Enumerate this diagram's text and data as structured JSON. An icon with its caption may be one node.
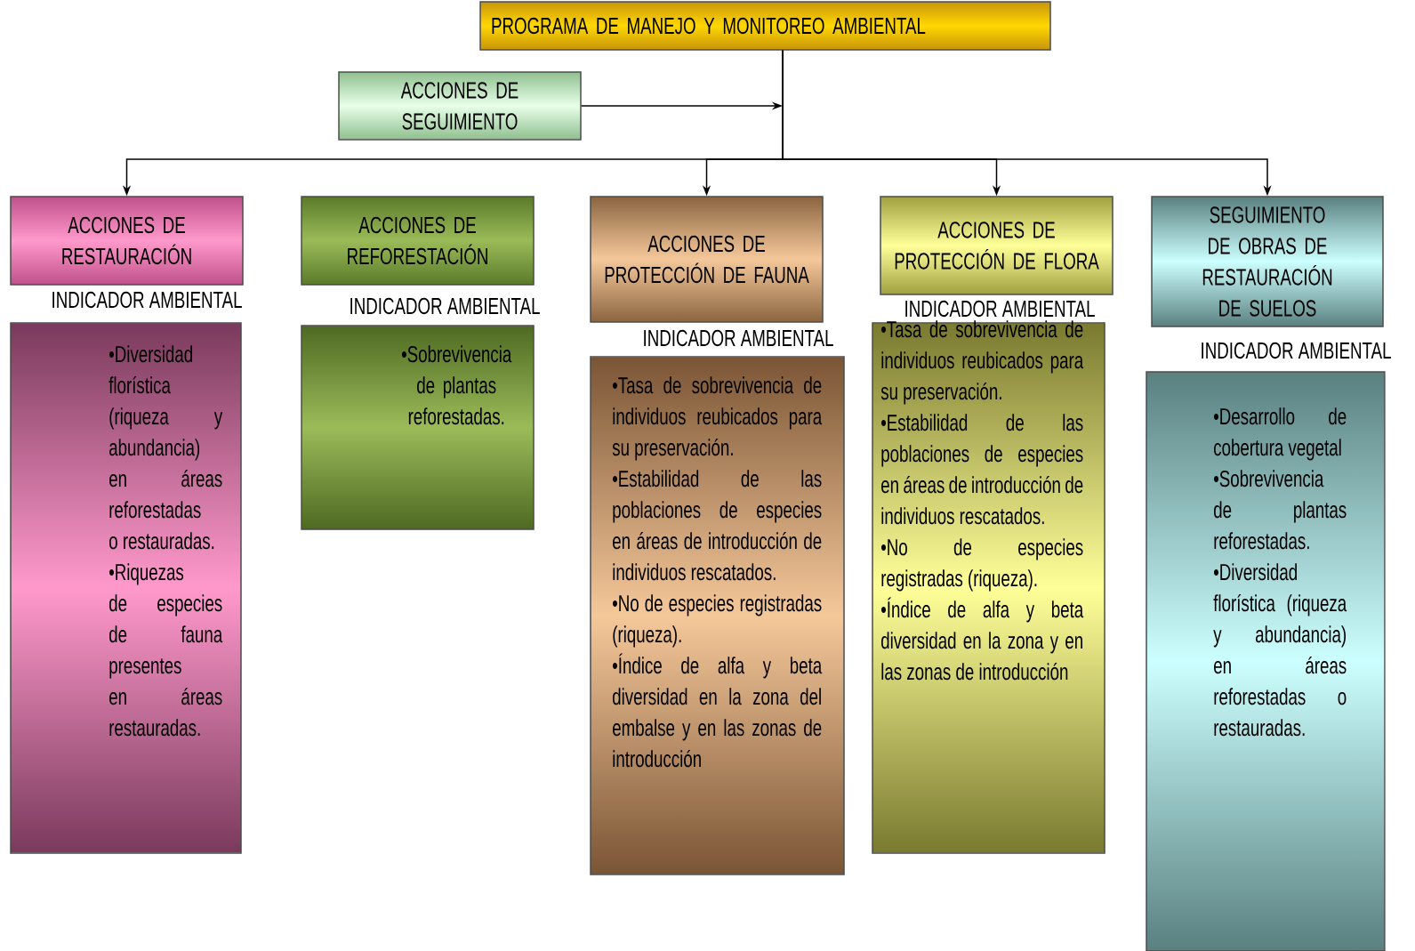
{
  "diagram": {
    "nodes": [
      {
        "text": [
          "PROGRAMA DE MANEJO Y MONITOREO AMBIENTAL"
        ]
      },
      {
        "text": [
          "ACCIONES DE SEGUIMIENTO"
        ]
      },
      {
        "text": [
          "ACCIONES DE RESTAURACIÓN"
        ]
      },
      {
        "text": [
          "INDICADOR AMBIENTAL",
          "•Diversidad florística (riqueza y abundancia) en áreas reforestadas o restauradas.",
          "•Riquezas de especies de fauna presentes en áreas restauradas."
        ]
      },
      {
        "text": [
          "ACCIONES DE REFORESTACIÓN"
        ]
      },
      {
        "text": [
          "INDICADOR AMBIENTAL",
          "•Sobrevivencia de plantas reforestadas."
        ]
      },
      {
        "text": [
          "ACCIONES DE PROTECCIÓN DE FAUNA"
        ]
      },
      {
        "text": [
          "INDICADOR AMBIENTAL",
          "•Tasa de sobrevivencia de individuos reubicados para su preservación.",
          "•Estabilidad de las poblaciones de especies en áreas de introducción de individuos rescatados.",
          "•No de especies registradas (riqueza).",
          "•Índice de alfa y beta diversidad en la zona del embalse y en las zonas de introducción"
        ]
      },
      {
        "text": [
          "ACCIONES DE PROTECCIÓN DE FLORA"
        ]
      },
      {
        "text": [
          "INDICADOR AMBIENTAL",
          "•Tasa de sobrevivencia de individuos reubicados para su preservación.",
          "•Estabilidad de las poblaciones de especies en áreas de introducción de individuos rescatados.",
          "•No de especies registradas (riqueza).",
          "•Índice de alfa y beta diversidad en la zona y en las zonas de introducción"
        ]
      },
      {
        "text": [
          "SEGUIMIENTO DE OBRAS DE RESTAURACIÓN DE SUELOS"
        ]
      },
      {
        "text": [
          "INDICADOR AMBIENTAL",
          "•Desarrollo de cobertura vegetal",
          "•Sobrevivencia de plantas reforestadas.",
          "•Diversidad florística (riqueza y abundancia) en áreas reforestadas o restauradas."
        ]
      }
    ],
    "edges": [
      {
        "from": 1,
        "to": null,
        "arrow": "to"
      },
      {
        "from": 0,
        "to": 2,
        "arrow": "to"
      },
      {
        "from": 0,
        "to": 6,
        "arrow": "to"
      },
      {
        "from": 0,
        "to": 8,
        "arrow": "to"
      },
      {
        "from": 0,
        "to": 10,
        "arrow": "to"
      }
    ]
  }
}
